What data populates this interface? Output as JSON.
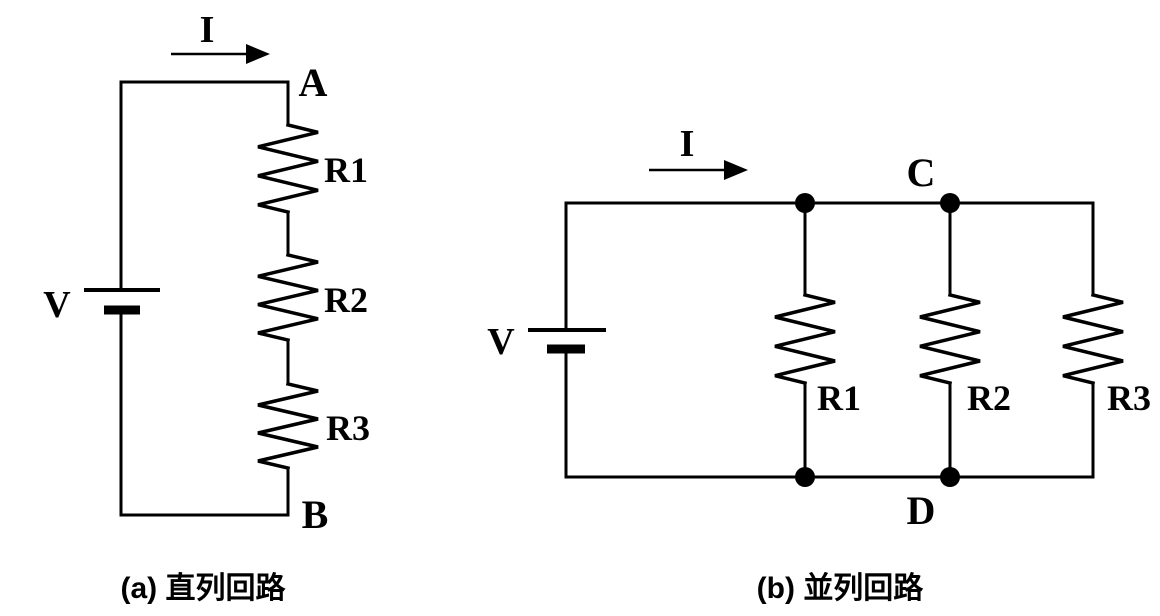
{
  "colors": {
    "background": "#ffffff",
    "line": "#000000",
    "node_label_blue": "#2a3ccc"
  },
  "circuit_a": {
    "caption": "(a) 直列回路",
    "current_label": "I",
    "voltage_label": "V",
    "top_node": "A",
    "bottom_node": "B",
    "resistors": [
      "R1",
      "R2",
      "R3"
    ]
  },
  "circuit_b": {
    "caption": "(b) 並列回路",
    "current_label": "I",
    "voltage_label": "V",
    "top_node": "C",
    "bottom_node": "D",
    "resistors": [
      "R1",
      "R2",
      "R3"
    ]
  }
}
